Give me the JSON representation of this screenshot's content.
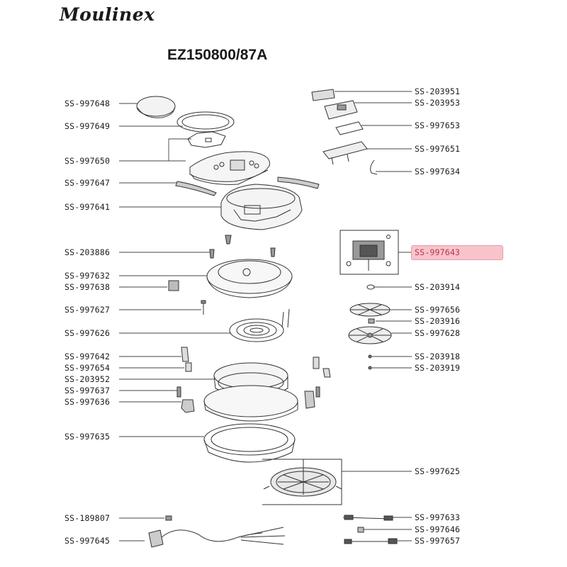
{
  "brand": "Moulinex",
  "model": "EZ150800/87A",
  "highlight_color": "#f7c4cc",
  "parts_left": [
    {
      "ref": "SS-997648"
    },
    {
      "ref": "SS-997649"
    },
    {
      "ref": "SS-997650"
    },
    {
      "ref": "SS-997647"
    },
    {
      "ref": "SS-997641"
    },
    {
      "ref": "SS-203886"
    },
    {
      "ref": "SS-997632"
    },
    {
      "ref": "SS-997638"
    },
    {
      "ref": "SS-997627"
    },
    {
      "ref": "SS-997626"
    },
    {
      "ref": "SS-997642"
    },
    {
      "ref": "SS-997654"
    },
    {
      "ref": "SS-203952"
    },
    {
      "ref": "SS-997637"
    },
    {
      "ref": "SS-997636"
    },
    {
      "ref": "SS-997635"
    },
    {
      "ref": "SS-189807"
    },
    {
      "ref": "SS-997645"
    }
  ],
  "parts_right": [
    {
      "ref": "SS-203951"
    },
    {
      "ref": "SS-203953"
    },
    {
      "ref": "SS-997653"
    },
    {
      "ref": "SS-997651"
    },
    {
      "ref": "SS-997634"
    },
    {
      "ref": "SS-997643",
      "highlighted": true
    },
    {
      "ref": "SS-203914"
    },
    {
      "ref": "SS-997656"
    },
    {
      "ref": "SS-203916"
    },
    {
      "ref": "SS-997628"
    },
    {
      "ref": "SS-203918"
    },
    {
      "ref": "SS-203919"
    },
    {
      "ref": "SS-997625"
    },
    {
      "ref": "SS-997633"
    },
    {
      "ref": "SS-997646"
    },
    {
      "ref": "SS-997657"
    }
  ]
}
